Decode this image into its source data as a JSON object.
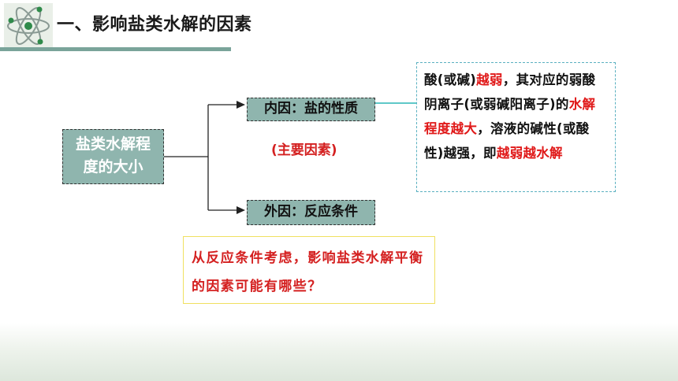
{
  "title": "一、影响盐类水解的因素",
  "diagram": {
    "main_node": {
      "line1": "盐类水解程",
      "line2": "度的大小"
    },
    "inner_node": "内因：盐的性质",
    "inner_note": "(主要因素)",
    "outer_node": "外因：反应条件",
    "explanation": {
      "p1": "酸(或碱)",
      "r1": "越弱",
      "p2": "，其对应的弱酸阴离子(或弱碱阳离子)的",
      "r2": "水解程度越大",
      "p3": "，溶液的碱性(或酸性)越强，即",
      "r3": "越弱越水解"
    },
    "question": "从反应条件考虑，影响盐类水解平衡的因素可能有哪些？"
  },
  "colors": {
    "accent": "#7aa49a",
    "box_fill": "#8fb5ae",
    "highlight_red": "#e01818",
    "connector_cyan": "#2ab5b5"
  },
  "icons": {
    "logo": "atom-icon"
  }
}
